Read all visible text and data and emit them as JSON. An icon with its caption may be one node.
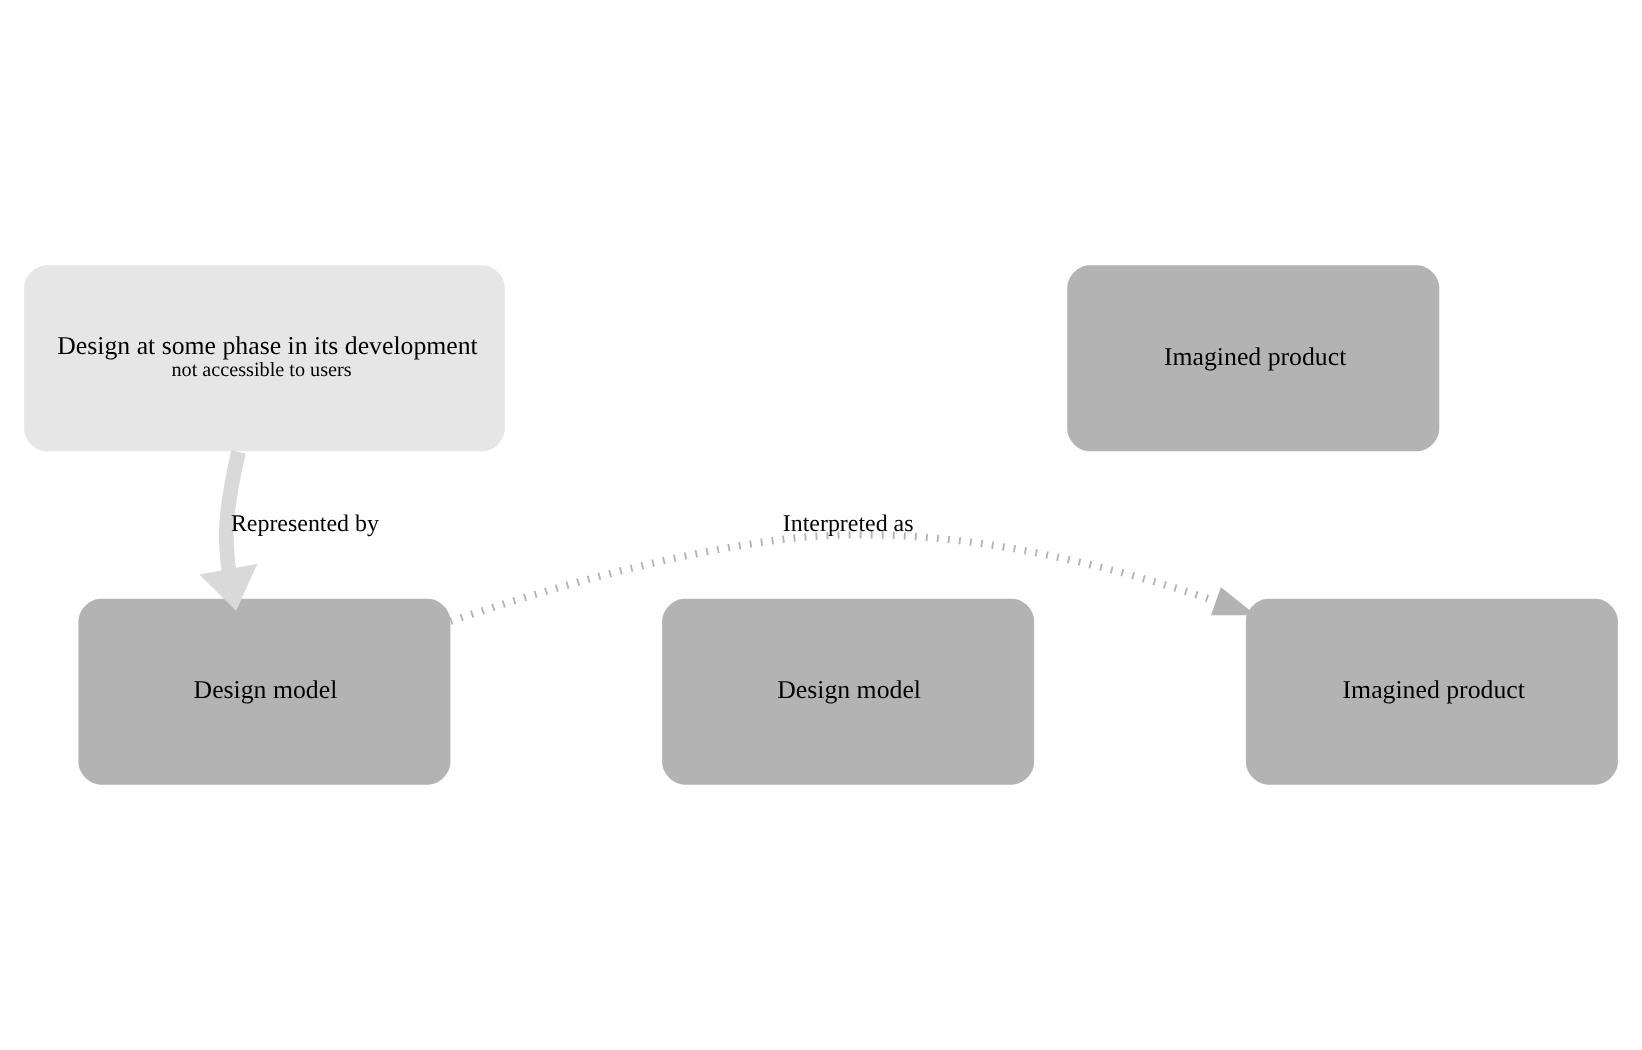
{
  "diagram": {
    "nodes": [
      {
        "text": [
          "Design at some phase in its development",
          "not accessible to users"
        ]
      },
      {
        "text": [
          "Design model"
        ]
      },
      {
        "text": [
          "Design model"
        ]
      },
      {
        "text": [
          "Imagined product"
        ]
      },
      {
        "text": [
          "Imagined product"
        ]
      }
    ],
    "edges": [
      {
        "from": 0,
        "to": 1,
        "arrow": "to",
        "label": "Represented by",
        "style": "thick",
        "color": "#d9d9d9"
      },
      {
        "from": 1,
        "to": 4,
        "arrow": "to",
        "label": "Interpreted as",
        "style": "dashed",
        "color": "#b3b3b3"
      }
    ]
  }
}
